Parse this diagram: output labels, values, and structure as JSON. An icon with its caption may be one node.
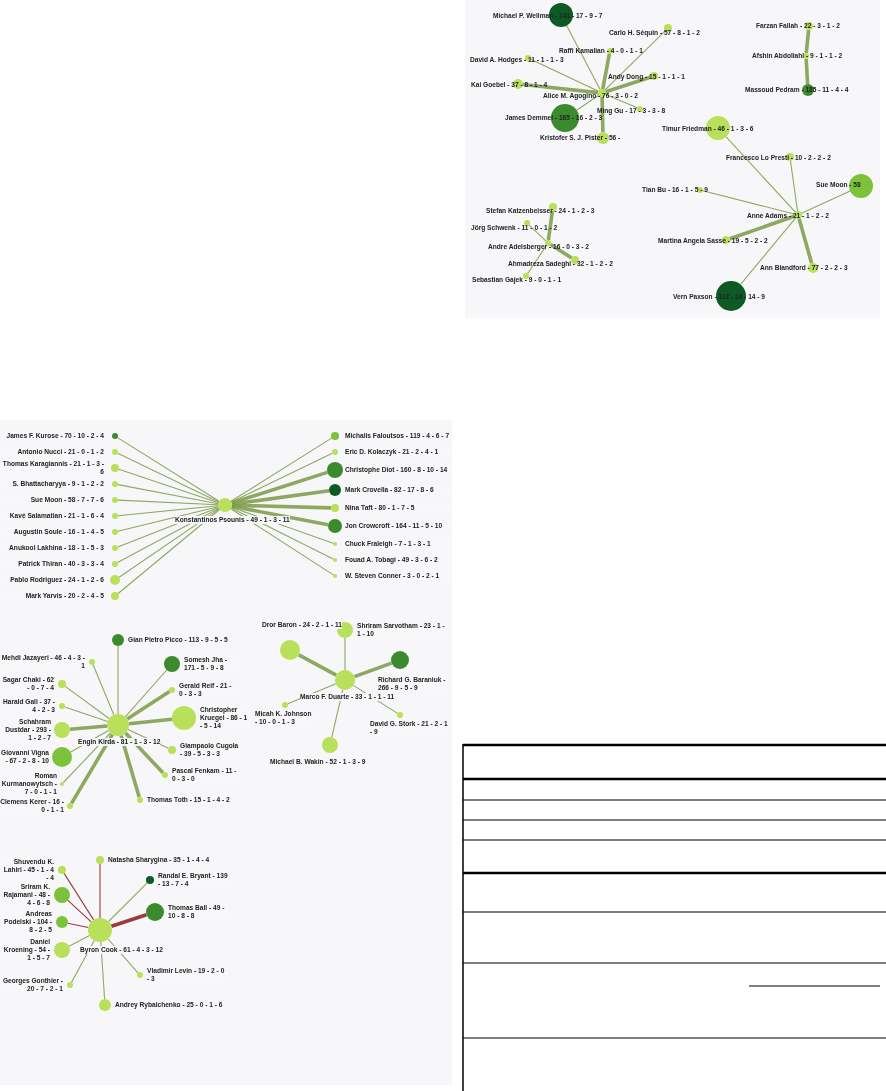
{
  "diagram": {
    "nodes": [
      {
        "text": [
          "Alice M. Agogino - 76 - 3 - 0 - 2"
        ]
      },
      {
        "text": [
          "Michael P. Wellman - 141 - 17 - 9 - 7"
        ]
      },
      {
        "text": [
          "Carlo H. Séquin - 57 - 8 - 1 - 2"
        ]
      },
      {
        "text": [
          "Raffi Kamalian - 4 - 0 - 1 - 1"
        ]
      },
      {
        "text": [
          "David A. Hodges - 11 - 1 - 1 - 3"
        ]
      },
      {
        "text": [
          "Andy Dong - 15 - 1 - 1 - 1"
        ]
      },
      {
        "text": [
          "Kai Goebel - 37 - 8 - 1 - 4"
        ]
      },
      {
        "text": [
          "James Demmel - 165 - 16 - 2 - 3"
        ]
      },
      {
        "text": [
          "Ming Gu - 17 - 3 - 3 - 8"
        ]
      },
      {
        "text": [
          "Kristofer S. J. Pister - 56 -"
        ]
      },
      {
        "text": [
          "Farzan Fallah - 22 - 3 - 1 - 2"
        ]
      },
      {
        "text": [
          "Afshin Abdollahi - 9 - 1 - 1 - 2"
        ]
      },
      {
        "text": [
          "Massoud Pedram - 185 - 11 - 4 - 4"
        ]
      },
      {
        "text": [
          "Anne Adams - 21 - 1 - 2 - 2"
        ]
      },
      {
        "text": [
          "Timur Friedman - 46 - 1 - 3 - 6"
        ]
      },
      {
        "text": [
          "Francesco Lo Presti - 10 - 2 - 2 - 2"
        ]
      },
      {
        "text": [
          "Sue Moon - 58"
        ]
      },
      {
        "text": [
          "Tian Bu - 16 - 1 - 5 - 9"
        ]
      },
      {
        "text": [
          "Martina Angela Sasse - 19 - 5 - 2 - 2"
        ]
      },
      {
        "text": [
          "Ann Blandford - 77 - 2 - 2 - 3"
        ]
      },
      {
        "text": [
          "Vern Paxson - 112 - 14 - 14 - 9"
        ]
      },
      {
        "text": [
          "Andre Adelsberger - 16 - 0 - 3 - 2"
        ]
      },
      {
        "text": [
          "Stefan Katzenbeisser - 24 - 1 - 2 - 3"
        ]
      },
      {
        "text": [
          "Jörg Schwenk - 11 - 0 - 1 - 2"
        ]
      },
      {
        "text": [
          "Ahmadreza Sadeghi - 32 - 1 - 2 - 2"
        ]
      },
      {
        "text": [
          "Sebastian Gajek - 9 - 0 - 1 - 1"
        ]
      },
      {
        "text": [
          "Engin Kirda - 81 - 1 - 3 - 12"
        ]
      },
      {
        "text": [
          "Gian Pietro Picco - 113 - 9 - 5 - 5"
        ]
      },
      {
        "text": [
          "Mehdi Jazayeri - 46 - 4 - 3 - 1"
        ]
      },
      {
        "text": [
          "Somesh Jha - 171 - 5 - 9 - 8"
        ]
      },
      {
        "text": [
          "Sagar Chaki - 62 - 0 - 7 - 4"
        ]
      },
      {
        "text": [
          "Gerald Reif - 21 - 0 - 3 - 3"
        ]
      },
      {
        "text": [
          "Harald Gall - 37 - 4 - 2 - 3"
        ]
      },
      {
        "text": [
          "Christopher Kruegel - 86 - 1 - 5 - 14"
        ]
      },
      {
        "text": [
          "Schahram Dustdar - 293 - 1 - 2 - 7"
        ]
      },
      {
        "text": [
          "Giampaolo Cugola - 39 - 5 - 3 - 3"
        ]
      },
      {
        "text": [
          "Giovanni Vigna - 67 - 2 - 8 - 10"
        ]
      },
      {
        "text": [
          "Pascal Fenkam - 11 - 0 - 3 - 0"
        ]
      },
      {
        "text": [
          "Clemens Kerer - 16 - 0 - 1 - 1"
        ]
      },
      {
        "text": [
          "Roman Kurmanowytsch - 7 - 0 - 1 - 1"
        ]
      },
      {
        "text": [
          "Thomas Toth - 15 - 1 - 4 - 2"
        ]
      },
      {
        "text": [
          "Byron Cook - 61 - 4 - 3 - 12"
        ]
      },
      {
        "text": [
          "Natasha Sharygina - 35 - 1 - 4 - 4"
        ]
      },
      {
        "text": [
          "Shuvendu K. Lahiri - 45 - 1 - 4 - 4"
        ]
      },
      {
        "text": [
          "Randal E. Bryant - 139 - 13 - 7 - 4"
        ]
      },
      {
        "text": [
          "Sriram K. Rajamani - 48 - 4 - 6 - 8"
        ]
      },
      {
        "text": [
          "Thomas Ball - 49 - 10 - 8 - 8"
        ]
      },
      {
        "text": [
          "Andreas Podelski - 104 - 8 - 2 - 5"
        ]
      },
      {
        "text": [
          "Daniel Kroening - 54 - 1 - 5 - 7"
        ]
      },
      {
        "text": [
          "Vladimir Levin - 19 - 2 - 0 - 3"
        ]
      },
      {
        "text": [
          "Andrey Rybalchenko - 25 - 0 - 1 - 6"
        ]
      },
      {
        "text": [
          "Georges Gonthier - 20 - 7 - 2 - 1"
        ]
      },
      {
        "text": [
          "Marco F. Duarte - 33 - 1 - 1 - 11"
        ]
      },
      {
        "text": [
          "Shriram Sarvotham - 23 - 1 - 1 - 10"
        ]
      },
      {
        "text": [
          "Dror Baron - 24 - 2 - 1 - 11"
        ]
      },
      {
        "text": [
          "Richard G. Baraniuk - 266 - 9 - 5 - 9"
        ]
      },
      {
        "text": [
          "Micah K. Johnson - 10 - 0 - 1 - 3"
        ]
      },
      {
        "text": [
          "David G. Stork - 21 - 2 - 1 - 9"
        ]
      },
      {
        "text": [
          "Michael B. Wakin - 52 - 1 - 3 - 9"
        ]
      },
      {
        "text": [
          "Konstantinos Psounis - 49 - 1 - 3 - 11"
        ]
      },
      {
        "text": [
          "James F. Kurose - 70 - 10 - 2 - 4"
        ]
      },
      {
        "text": [
          "Antonio Nucci - 21 - 0 - 1 - 2"
        ]
      },
      {
        "text": [
          "Michalis Faloutsos - 119 - 4 - 6 - 7"
        ]
      },
      {
        "text": [
          "Thomas Karagiannis - 21 - 1 - 3 - 6"
        ]
      },
      {
        "text": [
          "Eric D. Kolaczyk - 21 - 2 - 4 - 1"
        ]
      },
      {
        "text": [
          "S. Bhattacharyya - 9 - 1 - 2 - 2"
        ]
      },
      {
        "text": [
          "Christophe Diot - 160 - 8 - 10 - 14"
        ]
      },
      {
        "text": [
          "Sue Moon - 58 - 7 - 7 - 6"
        ]
      },
      {
        "text": [
          "Kavé Salamatian - 21 - 1 - 6 - 4"
        ]
      },
      {
        "text": [
          "Augustin Soule - 16 - 1 - 4 - 5"
        ]
      },
      {
        "text": [
          "Mark Crovella - 82 - 17 - 8 - 6"
        ]
      },
      {
        "text": [
          "Anukool Lakhina - 18 - 1 - 5 - 3"
        ]
      },
      {
        "text": [
          "Nina Taft - 80 - 1 - 7 - 5"
        ]
      },
      {
        "text": [
          "Patrick Thiran - 40 - 3 - 3 - 4"
        ]
      },
      {
        "text": [
          "Jon Crowcroft - 164 - 11 - 5 - 10"
        ]
      },
      {
        "text": [
          "Pablo Rodriguez - 24 - 1 - 2 - 6"
        ]
      },
      {
        "text": [
          "Chuck Fraleigh - 7 - 1 - 3 - 1"
        ]
      },
      {
        "text": [
          "Fouad A. Tobagi - 49 - 3 - 6 - 2"
        ]
      },
      {
        "text": [
          "Mark Yarvis - 20 - 2 - 4 - 5"
        ]
      },
      {
        "text": [
          "W. Steven Conner - 3 - 0 - 2 - 1"
        ]
      }
    ],
    "edges": [
      {
        "from": 0,
        "to": 1,
        "arrow": "none"
      },
      {
        "from": 0,
        "to": 2,
        "arrow": "none"
      },
      {
        "from": 0,
        "to": 3,
        "arrow": "none",
        "style": "thick"
      },
      {
        "from": 0,
        "to": 4,
        "arrow": "none"
      },
      {
        "from": 0,
        "to": 5,
        "arrow": "none",
        "style": "thick"
      },
      {
        "from": 0,
        "to": 6,
        "arrow": "none",
        "style": "thick"
      },
      {
        "from": 0,
        "to": 7,
        "arrow": "none"
      },
      {
        "from": 0,
        "to": 8,
        "arrow": "none"
      },
      {
        "from": 0,
        "to": 9,
        "arrow": "none",
        "style": "thick"
      },
      {
        "from": 10,
        "to": 11,
        "arrow": "none",
        "style": "thick"
      },
      {
        "from": 11,
        "to": 12,
        "arrow": "none",
        "style": "thick"
      },
      {
        "from": 13,
        "to": 14,
        "arrow": "none"
      },
      {
        "from": 13,
        "to": 15,
        "arrow": "none"
      },
      {
        "from": 13,
        "to": 16,
        "arrow": "none"
      },
      {
        "from": 13,
        "to": 17,
        "arrow": "none"
      },
      {
        "from": 13,
        "to": 18,
        "arrow": "none",
        "style": "thick"
      },
      {
        "from": 13,
        "to": 19,
        "arrow": "none",
        "style": "thick"
      },
      {
        "from": 13,
        "to": 20,
        "arrow": "none"
      },
      {
        "from": 21,
        "to": 22,
        "arrow": "none",
        "style": "thick"
      },
      {
        "from": 21,
        "to": 23,
        "arrow": "none"
      },
      {
        "from": 21,
        "to": 24,
        "arrow": "none",
        "style": "thick"
      },
      {
        "from": 21,
        "to": 25,
        "arrow": "none"
      },
      {
        "from": 26,
        "to": 27,
        "arrow": "none"
      },
      {
        "from": 26,
        "to": 28,
        "arrow": "none"
      },
      {
        "from": 26,
        "to": 29,
        "arrow": "none"
      },
      {
        "from": 26,
        "to": 30,
        "arrow": "none"
      },
      {
        "from": 26,
        "to": 31,
        "arrow": "none",
        "style": "thick"
      },
      {
        "from": 26,
        "to": 32,
        "arrow": "none"
      },
      {
        "from": 26,
        "to": 33,
        "arrow": "none",
        "style": "thick"
      },
      {
        "from": 26,
        "to": 34,
        "arrow": "none",
        "style": "thick"
      },
      {
        "from": 26,
        "to": 35,
        "arrow": "none"
      },
      {
        "from": 26,
        "to": 36,
        "arrow": "none"
      },
      {
        "from": 26,
        "to": 37,
        "arrow": "none",
        "style": "thick"
      },
      {
        "from": 26,
        "to": 38,
        "arrow": "none",
        "style": "thick"
      },
      {
        "from": 26,
        "to": 39,
        "arrow": "none"
      },
      {
        "from": 26,
        "to": 40,
        "arrow": "none",
        "style": "thick"
      },
      {
        "from": 41,
        "to": 42,
        "arrow": "none",
        "color": "#8b1a1a"
      },
      {
        "from": 41,
        "to": 43,
        "arrow": "none",
        "color": "#8b1a1a"
      },
      {
        "from": 41,
        "to": 44,
        "arrow": "none"
      },
      {
        "from": 41,
        "to": 45,
        "arrow": "none",
        "color": "#8b1a1a"
      },
      {
        "from": 41,
        "to": 46,
        "arrow": "none",
        "style": "thick",
        "color": "#8b1a1a"
      },
      {
        "from": 41,
        "to": 47,
        "arrow": "none",
        "color": "#8b1a1a"
      },
      {
        "from": 41,
        "to": 48,
        "arrow": "none"
      },
      {
        "from": 41,
        "to": 49,
        "arrow": "none"
      },
      {
        "from": 41,
        "to": 50,
        "arrow": "none"
      },
      {
        "from": 41,
        "to": 51,
        "arrow": "none"
      },
      {
        "from": 52,
        "to": 53,
        "arrow": "none"
      },
      {
        "from": 52,
        "to": 54,
        "arrow": "none",
        "style": "thick"
      },
      {
        "from": 52,
        "to": 55,
        "arrow": "none",
        "style": "thick"
      },
      {
        "from": 52,
        "to": 56,
        "arrow": "none"
      },
      {
        "from": 52,
        "to": 57,
        "arrow": "none"
      },
      {
        "from": 52,
        "to": 58,
        "arrow": "none"
      },
      {
        "from": 59,
        "to": 60,
        "arrow": "none"
      },
      {
        "from": 59,
        "to": 61,
        "arrow": "none"
      },
      {
        "from": 59,
        "to": 62,
        "arrow": "none"
      },
      {
        "from": 59,
        "to": 63,
        "arrow": "none"
      },
      {
        "from": 59,
        "to": 64,
        "arrow": "none"
      },
      {
        "from": 59,
        "to": 65,
        "arrow": "none"
      },
      {
        "from": 59,
        "to": 66,
        "arrow": "none",
        "style": "thick"
      },
      {
        "from": 59,
        "to": 67,
        "arrow": "none"
      },
      {
        "from": 59,
        "to": 68,
        "arrow": "none"
      },
      {
        "from": 59,
        "to": 69,
        "arrow": "none"
      },
      {
        "from": 59,
        "to": 70,
        "arrow": "none",
        "style": "thick"
      },
      {
        "from": 59,
        "to": 71,
        "arrow": "none"
      },
      {
        "from": 59,
        "to": 72,
        "arrow": "none",
        "style": "thick"
      },
      {
        "from": 59,
        "to": 73,
        "arrow": "none"
      },
      {
        "from": 59,
        "to": 74,
        "arrow": "none",
        "style": "thick"
      },
      {
        "from": 59,
        "to": 75,
        "arrow": "none"
      },
      {
        "from": 59,
        "to": 76,
        "arrow": "none"
      },
      {
        "from": 59,
        "to": 77,
        "arrow": "none"
      },
      {
        "from": 59,
        "to": 78,
        "arrow": "none"
      },
      {
        "from": 59,
        "to": 79,
        "arrow": "none"
      }
    ]
  }
}
